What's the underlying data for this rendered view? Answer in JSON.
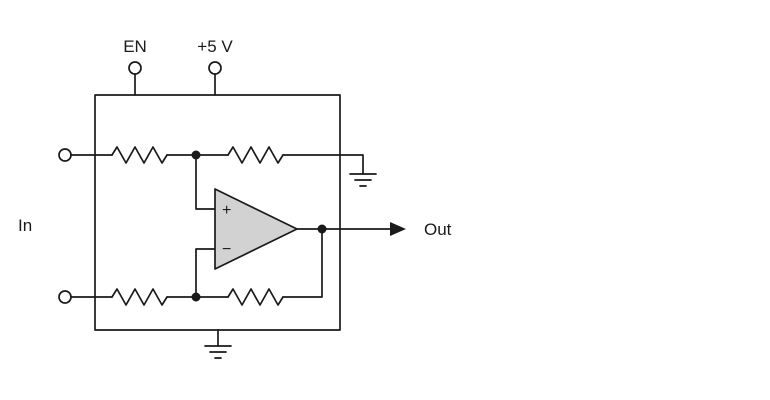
{
  "diagram": {
    "labels": {
      "enable_pin": "EN",
      "supply_pin": "+5 V",
      "input": "In",
      "output": "Out",
      "opamp_noninverting": "+",
      "opamp_inverting": "−"
    },
    "colors": {
      "wire": "#1a1a1a",
      "opamp_fill": "#d2d2d2",
      "background": "#ffffff"
    }
  }
}
